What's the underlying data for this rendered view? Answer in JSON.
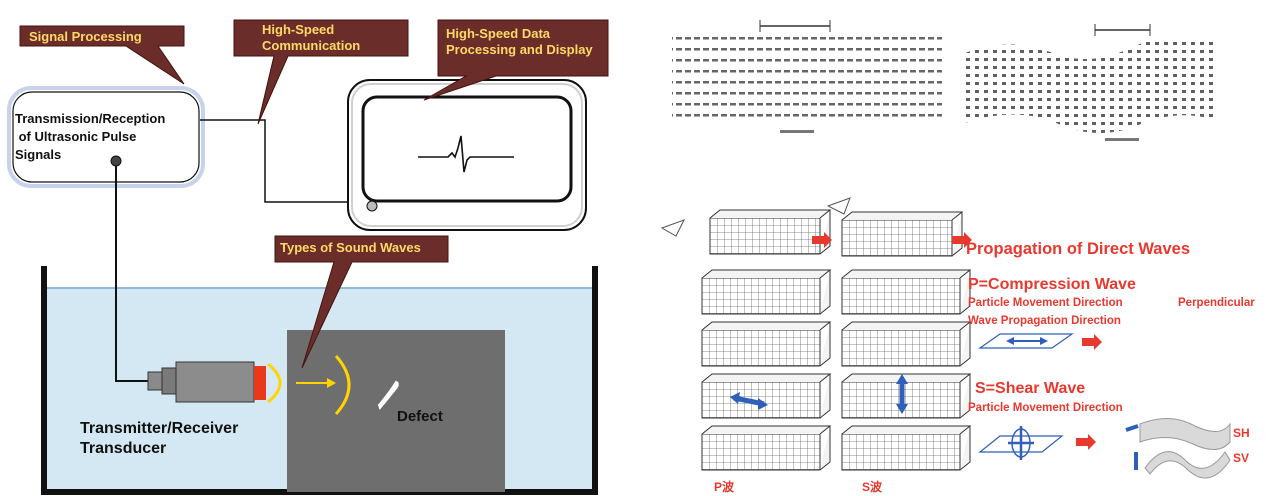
{
  "left_diagram": {
    "callouts": {
      "signal_processing": "Signal Processing",
      "high_speed_comm": [
        "High-Speed",
        "Communication"
      ],
      "data_processing": [
        "High-Speed Data",
        "Processing and Display"
      ],
      "sound_wave_types": "Types of Sound Waves"
    },
    "unit_label": [
      "Transmission/Reception",
      " of Ultrasonic Pulse",
      "Signals"
    ],
    "transducer_label": [
      "Transmitter/Receiver",
      "Transducer"
    ],
    "defect_label": "Defect",
    "colors": {
      "callout_bg": "#6b2d2a",
      "callout_text": "#ffd966",
      "water": "#d4e8f4",
      "block": "#6e6e6e",
      "beam": "#ffd400",
      "crystal": "#e8391a"
    }
  },
  "right_diagram": {
    "direct_waves_title": "Propagation of Direct Waves",
    "p_wave": {
      "title": "P=Compression Wave",
      "line1_left": "Particle Movement Direction",
      "line1_right": "Perpendicular",
      "line2": "Wave Propagation Direction"
    },
    "s_wave": {
      "title": "S=Shear Wave",
      "line1": "Particle Movement Direction"
    },
    "sh_label": "SH",
    "sv_label": "SV",
    "p_column_label": "P波",
    "s_column_label": "S波",
    "colors": {
      "red_text": "#e8392f",
      "arrow_blue": "#2f5fb8"
    }
  }
}
